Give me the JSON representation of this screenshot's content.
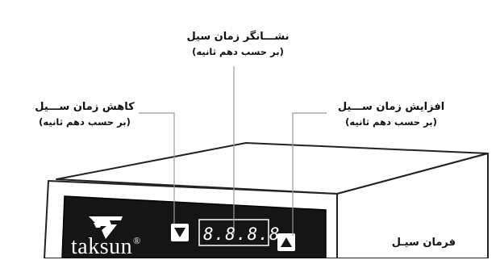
{
  "labels": {
    "display_title": "نشـــانگر زمان سیل",
    "display_sub": "(بر حسب دهم ثانیه)",
    "decrease_title": "کاهش زمان ســـیل",
    "decrease_sub": "(بر حسب دهم ثانیه)",
    "increase_title": "افزایش زمان ســـیل",
    "increase_sub": "(بر حسب دهم ثانیه)",
    "seal_command": "فرمان سیـل"
  },
  "device": {
    "display_digits": "8.8.8.8",
    "brand_name": "taksun",
    "brand_mark": "®"
  },
  "colors": {
    "panel": "#151515",
    "leader_line": "#9a9a9a",
    "outline": "#222222"
  }
}
